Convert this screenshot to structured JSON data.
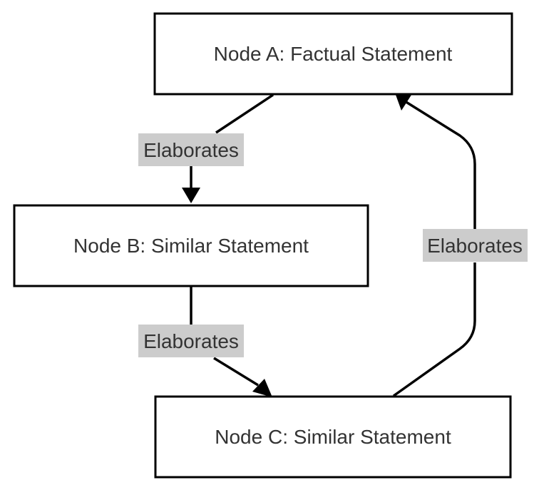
{
  "diagram": {
    "nodes": [
      {
        "id": "A",
        "label": "Node A: Factual Statement"
      },
      {
        "id": "B",
        "label": "Node B: Similar Statement"
      },
      {
        "id": "C",
        "label": "Node C: Similar Statement"
      }
    ],
    "edges": [
      {
        "from": "A",
        "to": "B",
        "label": "Elaborates"
      },
      {
        "from": "B",
        "to": "C",
        "label": "Elaborates"
      },
      {
        "from": "C",
        "to": "A",
        "label": "Elaborates"
      }
    ],
    "colors": {
      "node_fill": "#ffffff",
      "node_stroke": "#000000",
      "text": "#333333",
      "edge": "#000000",
      "edge_label_bg": "#cccccc"
    }
  }
}
